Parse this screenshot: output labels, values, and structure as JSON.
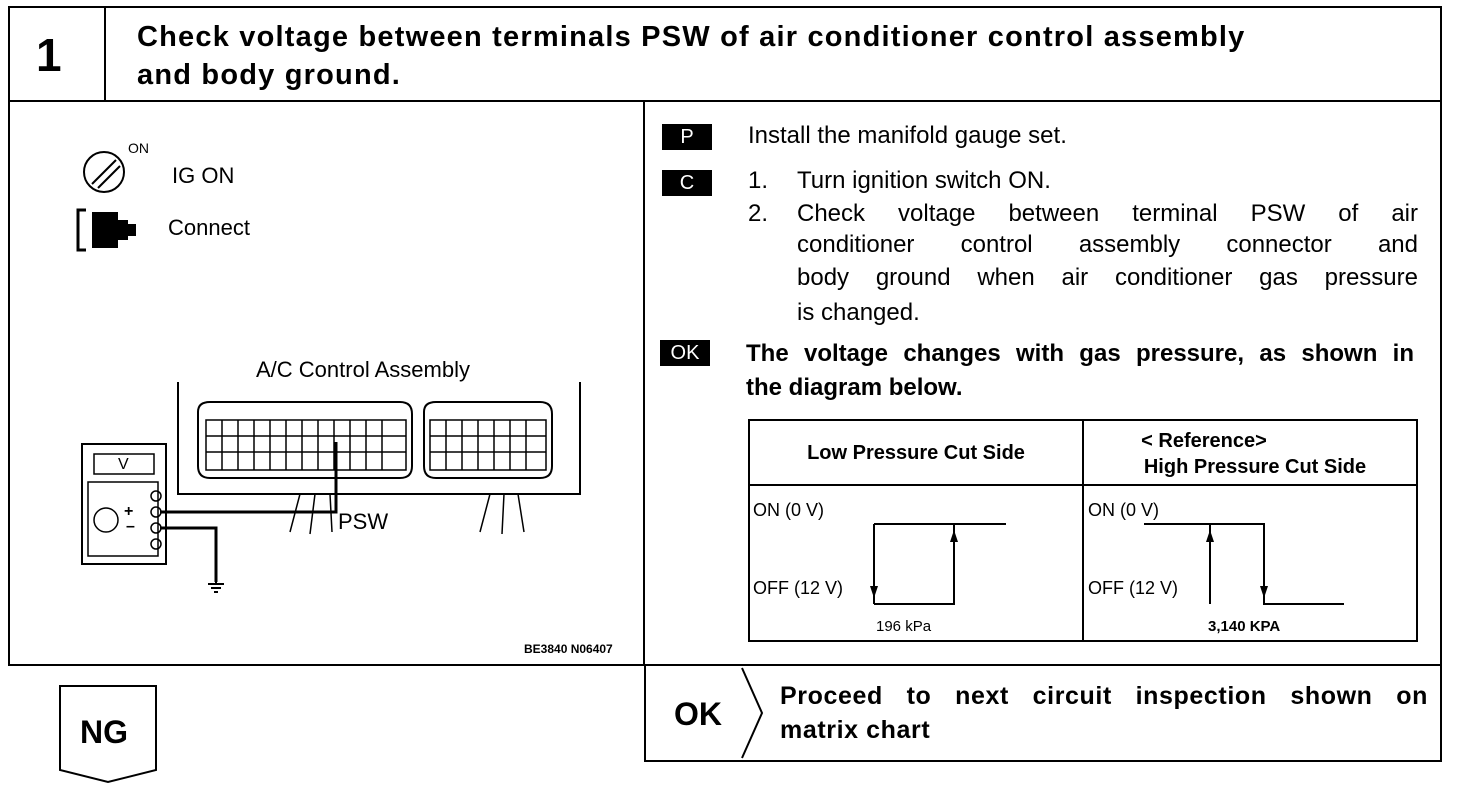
{
  "header": {
    "step_number": "1",
    "title_line1": "Check voltage between terminals PSW of air conditioner control assembly",
    "title_line2": "and body ground."
  },
  "left": {
    "ig_on_superscript": "ON",
    "ig_on_label": "IG ON",
    "connect_label": "Connect",
    "assembly_label": "A/C Control Assembly",
    "meter_label": "V",
    "plus": "+",
    "minus": "–",
    "terminal_label": "PSW",
    "figure_code": "BE3840 N06407"
  },
  "right": {
    "tag_p": "P",
    "tag_c": "C",
    "tag_ok": "OK",
    "p_text": "Install the manifold gauge set.",
    "c_items": [
      {
        "num": "1.",
        "lines": [
          "Turn ignition switch ON."
        ]
      },
      {
        "num": "2.",
        "lines": [
          "Check voltage between terminal PSW of air",
          "conditioner control assembly connector and",
          "body ground when air conditioner gas pressure",
          "is changed."
        ]
      }
    ],
    "ok_lines": [
      "The voltage changes with gas pressure, as shown in",
      "the diagram below."
    ]
  },
  "table": {
    "col1_header": "Low Pressure Cut Side",
    "col2_header_line1": "< Reference>",
    "col2_header_line2": "High Pressure Cut Side",
    "on_label": "ON (0 V)",
    "off_label": "OFF (12 V)",
    "low_pressure_value": "196 kPa",
    "high_pressure_value": "3,140 KPA"
  },
  "bottom": {
    "ng_label": "NG",
    "ok_label": "OK",
    "ok_result_line1": "Proceed to next circuit inspection shown on",
    "ok_result_line2": "matrix chart"
  }
}
